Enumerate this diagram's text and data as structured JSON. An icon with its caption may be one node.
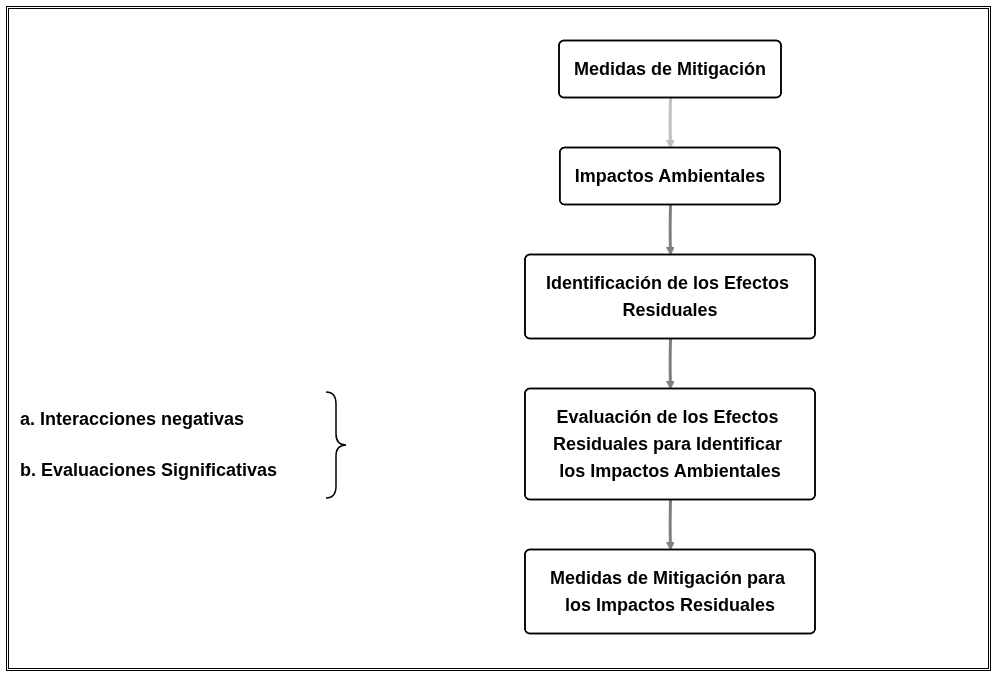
{
  "diagram": {
    "nodes": [
      {
        "text": [
          "Medidas de Mitigación"
        ]
      },
      {
        "text": [
          "Impactos Ambientales"
        ]
      },
      {
        "text": [
          "Identificación de los Efectos Residuales"
        ]
      },
      {
        "text": [
          "Evaluación de los Efectos Residuales para Identificar los Impactos Ambientales"
        ]
      },
      {
        "text": [
          "Medidas de Mitigación para los Impactos Residuales"
        ]
      }
    ],
    "edges": [
      {
        "from": 0,
        "to": 1,
        "arrow": "to",
        "color": "#c0c0c0"
      },
      {
        "from": 1,
        "to": 2,
        "arrow": "to"
      },
      {
        "from": 2,
        "to": 3,
        "arrow": "to"
      },
      {
        "from": 3,
        "to": 4,
        "arrow": "to"
      }
    ],
    "labels": [
      "a. Interacciones negativas",
      "b. Evaluaciones Significativas"
    ]
  }
}
